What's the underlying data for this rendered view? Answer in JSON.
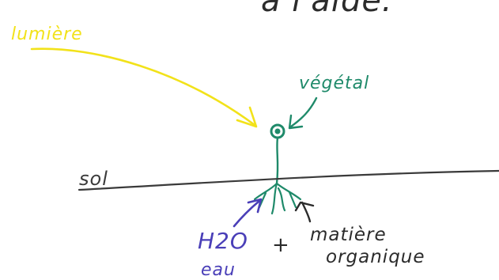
{
  "labels": {
    "top_cut": "à l'aide:",
    "light": "lumière",
    "plant": "végétal",
    "soil": "sol",
    "water_formula": "H2O",
    "water_word": "eau",
    "plus": "+",
    "organic_line1": "matière",
    "organic_line2": "organique"
  },
  "colors": {
    "light": "#f2e21a",
    "plant": "#1f8a6a",
    "soil_line": "#3a3a3a",
    "water": "#4a3fb8",
    "organic": "#2b2b2b",
    "background": "#ffffff"
  }
}
